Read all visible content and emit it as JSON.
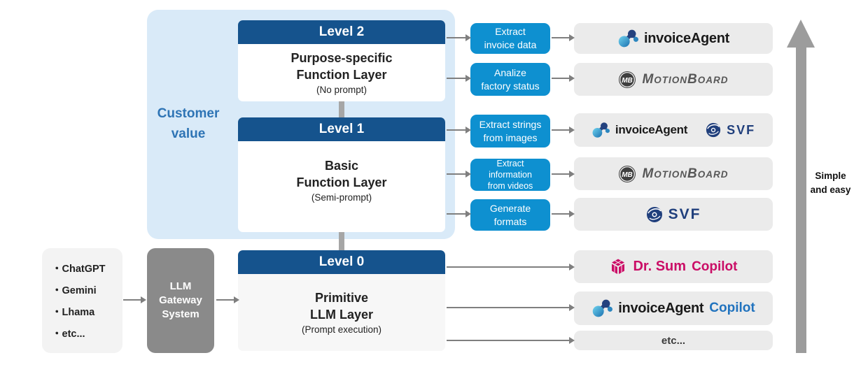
{
  "colors": {
    "level_header_blue": "#15538D",
    "task_blue": "#0E90D0",
    "panel_light_blue": "#D9EAF8",
    "customer_value_blue": "#2E74B5",
    "gateway_gray": "#8A8A8A",
    "product_box_gray": "#EBEBEB",
    "arrow_gray": "#7F7F7F",
    "drsum_magenta": "#CA0D66",
    "copilot_blue": "#2173BE",
    "svf_navy": "#203F7C",
    "motionboard_gray": "#575757"
  },
  "customer_value": {
    "lines": [
      "Customer",
      "value"
    ]
  },
  "levels": [
    {
      "header": "Level 2",
      "title_lines": [
        "Purpose-specific",
        "Function Layer"
      ],
      "subtitle": "(No prompt)"
    },
    {
      "header": "Level 1",
      "title_lines": [
        "Basic",
        "Function Layer"
      ],
      "subtitle": "(Semi-prompt)"
    },
    {
      "header": "Level 0",
      "title_lines": [
        "Primitive",
        "LLM Layer"
      ],
      "subtitle": "(Prompt execution)"
    }
  ],
  "llm_sources": {
    "items": [
      "・ChatGPT",
      "・Gemini",
      "・Lhama",
      "・etc..."
    ]
  },
  "gateway": {
    "lines": [
      "LLM",
      "Gateway",
      "System"
    ]
  },
  "tasks": [
    {
      "lines": [
        "Extract",
        "invoice data"
      ]
    },
    {
      "lines": [
        "Analize",
        "factory status"
      ]
    },
    {
      "lines": [
        "Extract strings",
        "from images"
      ]
    },
    {
      "lines": [
        "Extract",
        "information",
        "from videos"
      ]
    },
    {
      "lines": [
        "Generate",
        "formats"
      ]
    }
  ],
  "logos": {
    "invoiceagent": "invoiceAgent",
    "motionboard": {
      "m": "M",
      "otion": "OTION",
      "b": "B",
      "oard": "OARD"
    },
    "mb_badge": "MB",
    "svf": "SVF",
    "drsum": "Dr. Sum",
    "copilot": "Copilot",
    "etc": "etc..."
  },
  "side_label": {
    "lines": [
      "Simple",
      "and easy"
    ]
  }
}
